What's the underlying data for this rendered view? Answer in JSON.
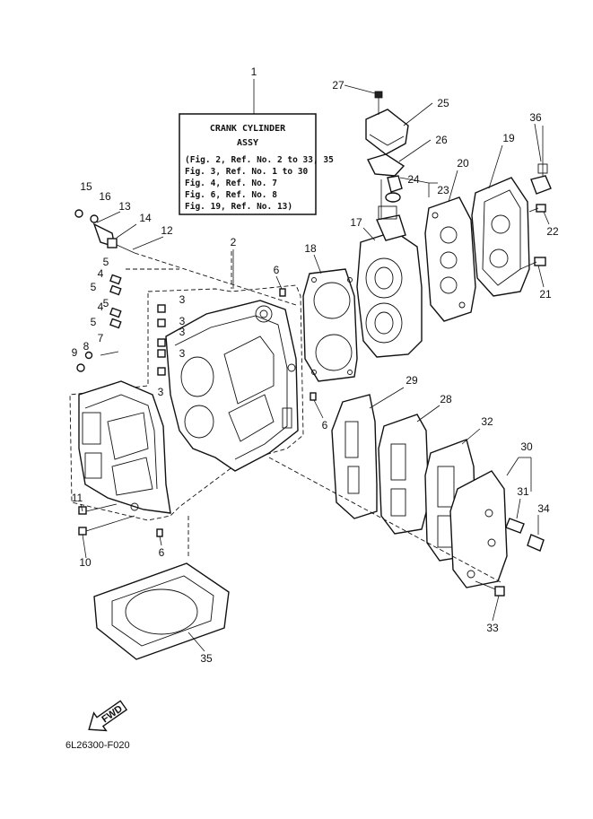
{
  "info_box": {
    "title_line1": "CRANK CYLINDER",
    "title_line2": "ASSY",
    "lines": [
      "(Fig. 2, Ref. No. 2 to 33, 35",
      " Fig. 3, Ref. No. 1 to 30",
      " Fig. 4, Ref. No. 7",
      " Fig. 6, Ref. No. 8",
      " Fig. 19, Ref. No. 13)"
    ]
  },
  "callouts": {
    "c1": "1",
    "c2": "2",
    "c3a": "3",
    "c3b": "3",
    "c3c": "3",
    "c3d": "3",
    "c3e": "3",
    "c4a": "4",
    "c4b": "4",
    "c5a": "5",
    "c5b": "5",
    "c5c": "5",
    "c5d": "5",
    "c6a": "6",
    "c6b": "6",
    "c6c": "6",
    "c7": "7",
    "c8": "8",
    "c9": "9",
    "c10": "10",
    "c11": "11",
    "c12": "12",
    "c13": "13",
    "c14": "14",
    "c15": "15",
    "c16": "16",
    "c17": "17",
    "c18": "18",
    "c19": "19",
    "c20": "20",
    "c21": "21",
    "c22": "22",
    "c23": "23",
    "c24": "24",
    "c25": "25",
    "c26": "26",
    "c27": "27",
    "c28": "28",
    "c29": "29",
    "c30": "30",
    "c31": "31",
    "c32": "32",
    "c33": "33",
    "c34": "34",
    "c35": "35",
    "c36": "36"
  },
  "fwd_label": "FWD",
  "figure_code": "6L26300-F020"
}
